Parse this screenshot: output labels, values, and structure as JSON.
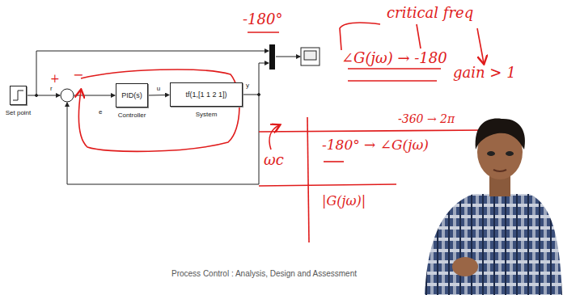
{
  "diagram": {
    "nodes": [
      {
        "text": [
          "Set point"
        ]
      },
      {
        "text": [
          "PID(s)",
          "Controller"
        ]
      },
      {
        "text": [
          "tf(1,[1 1 2 1])",
          "System"
        ]
      }
    ],
    "edges": [
      {
        "from": 1,
        "to": 2,
        "arrow": "to",
        "label": "u"
      }
    ],
    "labels": [
      "r",
      "e",
      "y",
      "+",
      "−",
      "-180°",
      "critical freq",
      "∠G(jω) → -180",
      "gain > 1",
      "-360 → 2π",
      "ωc",
      "-180° → ∠G(jω)",
      "|G(jω)|",
      "Process Control : Analysis, Design and Assessment"
    ]
  }
}
